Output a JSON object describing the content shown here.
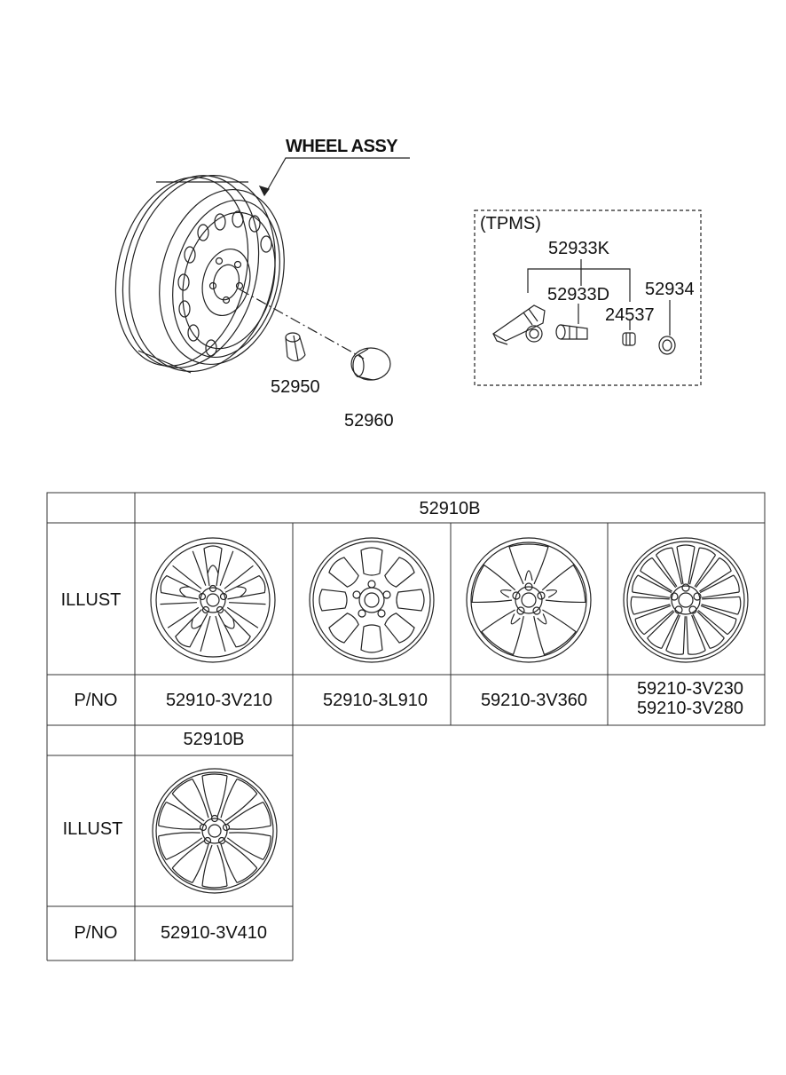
{
  "diagram": {
    "wheel_assy_label": "WHEEL ASSY",
    "tpms_label": "(TPMS)",
    "callouts": {
      "lug_nut": "52950",
      "center_cap": "52960",
      "tpms_kit": "52933K",
      "sensor_valve": "52933D",
      "valve_cap": "24537",
      "nut": "52934"
    }
  },
  "table1": {
    "group_header": "52910B",
    "row_illust": "ILLUST",
    "row_pno": "P/NO",
    "parts": [
      {
        "pno": "52910-3V210",
        "pno2": ""
      },
      {
        "pno": "52910-3L910",
        "pno2": ""
      },
      {
        "pno": "59210-3V360",
        "pno2": ""
      },
      {
        "pno": "59210-3V230",
        "pno2": "59210-3V280"
      }
    ]
  },
  "table2": {
    "group_header": "52910B",
    "row_illust": "ILLUST",
    "row_pno": "P/NO",
    "parts": [
      {
        "pno": "52910-3V410"
      }
    ]
  }
}
